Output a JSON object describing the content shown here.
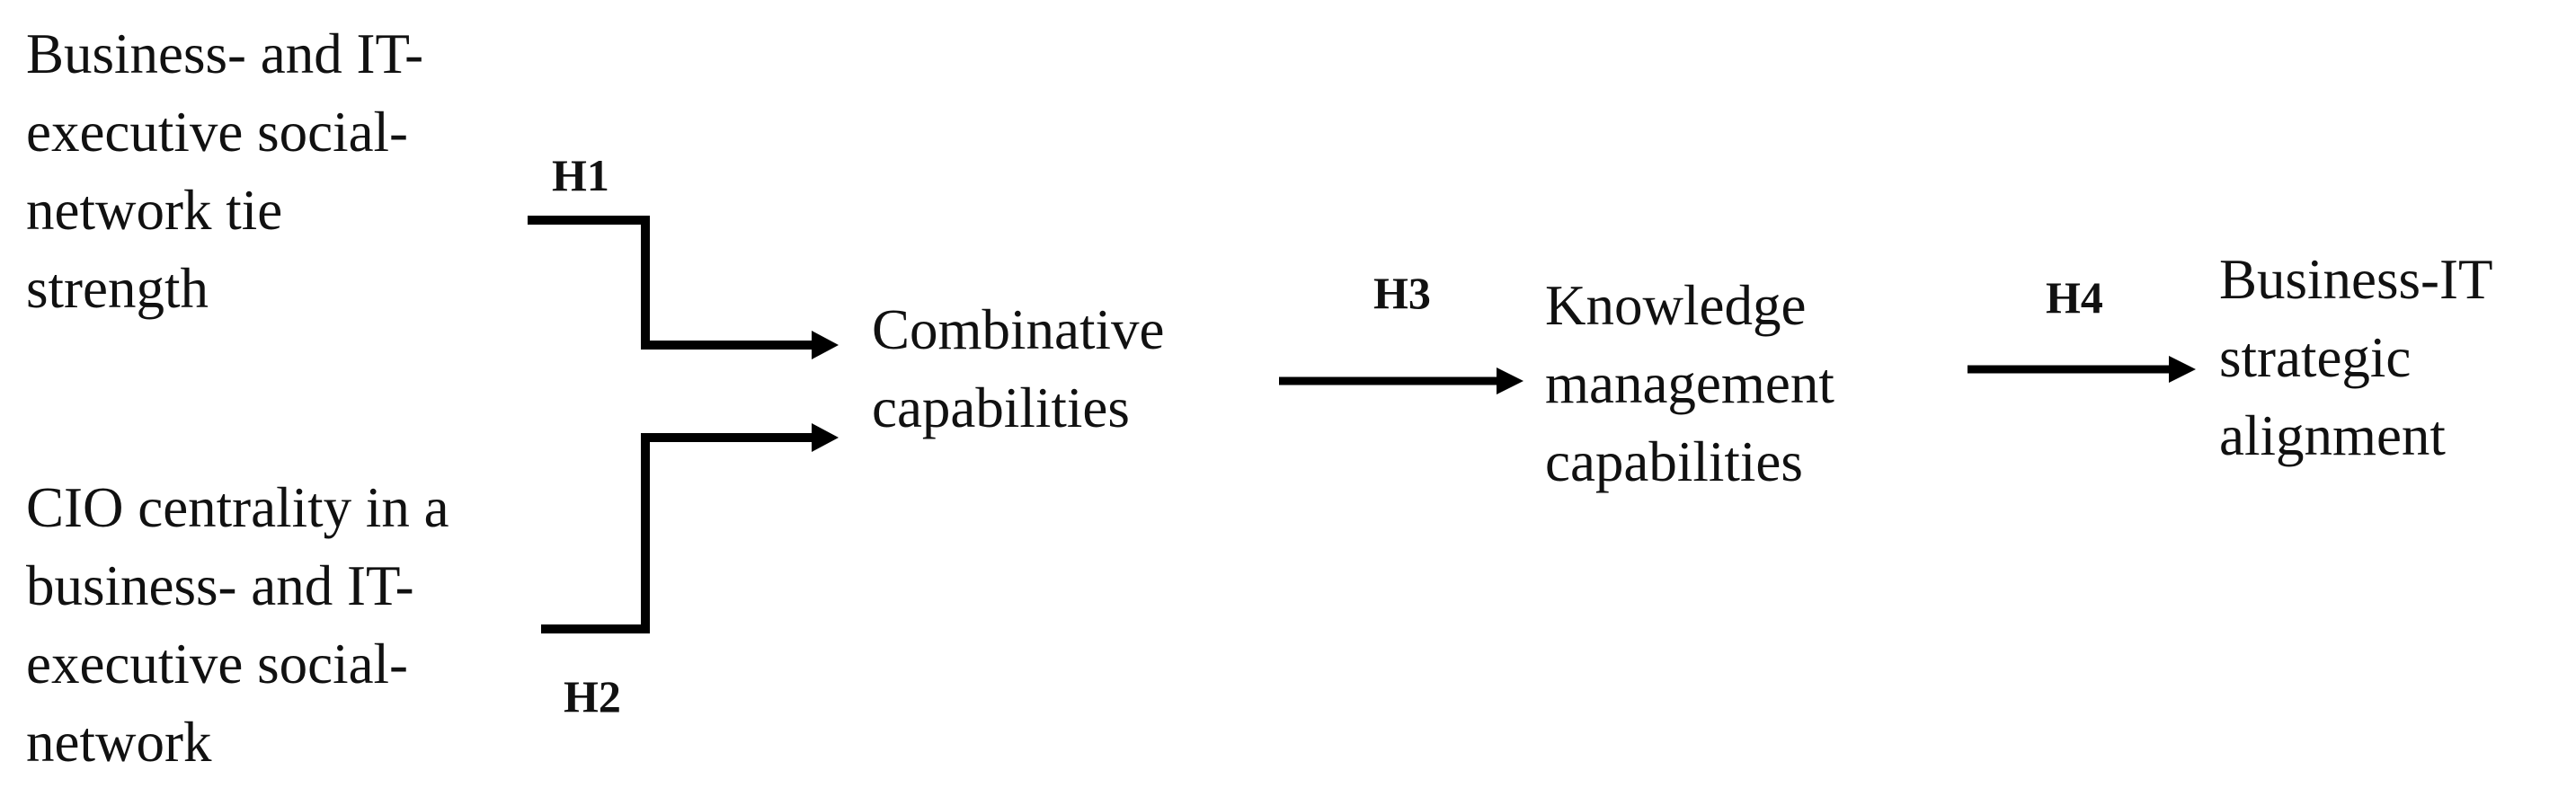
{
  "diagram": {
    "nodes": [
      {
        "id": "tie_strength",
        "lines": [
          "Business- and IT-",
          "executive social-",
          "network tie",
          "strength"
        ]
      },
      {
        "id": "cio_centrality",
        "lines": [
          "CIO centrality in a",
          "business- and IT-",
          "executive social-",
          "network"
        ]
      },
      {
        "id": "combinative",
        "lines": [
          "Combinative",
          "capabilities"
        ]
      },
      {
        "id": "km_capabilities",
        "lines": [
          "Knowledge",
          "management",
          "capabilities"
        ]
      },
      {
        "id": "alignment",
        "lines": [
          "Business-IT",
          "strategic",
          "alignment"
        ]
      }
    ],
    "hypotheses": [
      {
        "label": "H1",
        "from": "tie_strength",
        "to": "combinative"
      },
      {
        "label": "H2",
        "from": "cio_centrality",
        "to": "combinative"
      },
      {
        "label": "H3",
        "from": "combinative",
        "to": "km_capabilities"
      },
      {
        "label": "H4",
        "from": "km_capabilities",
        "to": "alignment"
      }
    ],
    "colors": {
      "line": "#000000",
      "text": "#111111",
      "background": "#ffffff"
    }
  }
}
